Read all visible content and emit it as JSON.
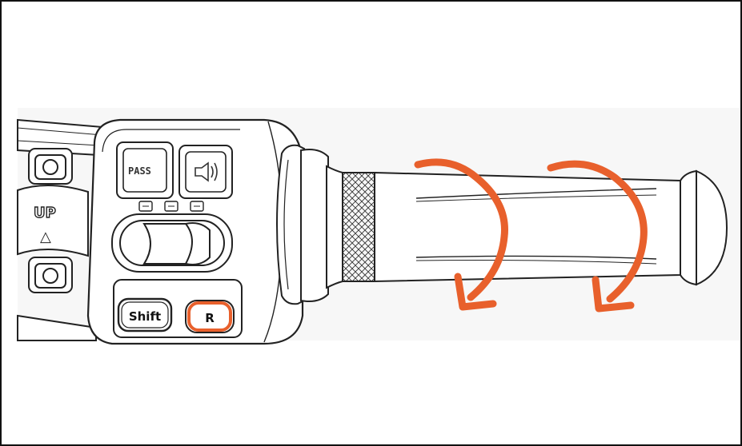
{
  "switch_housing": {
    "up_label": "UP",
    "up_arrow": "△",
    "pass_button": "PASS",
    "shift_button": "Shift",
    "r_button": "R"
  },
  "rotation_arrows": {
    "count": 2,
    "direction": "clockwise",
    "color": "#E8602C"
  },
  "colors": {
    "accent": "#E8602C",
    "line": "#222222",
    "background": "#FFFFFF"
  }
}
